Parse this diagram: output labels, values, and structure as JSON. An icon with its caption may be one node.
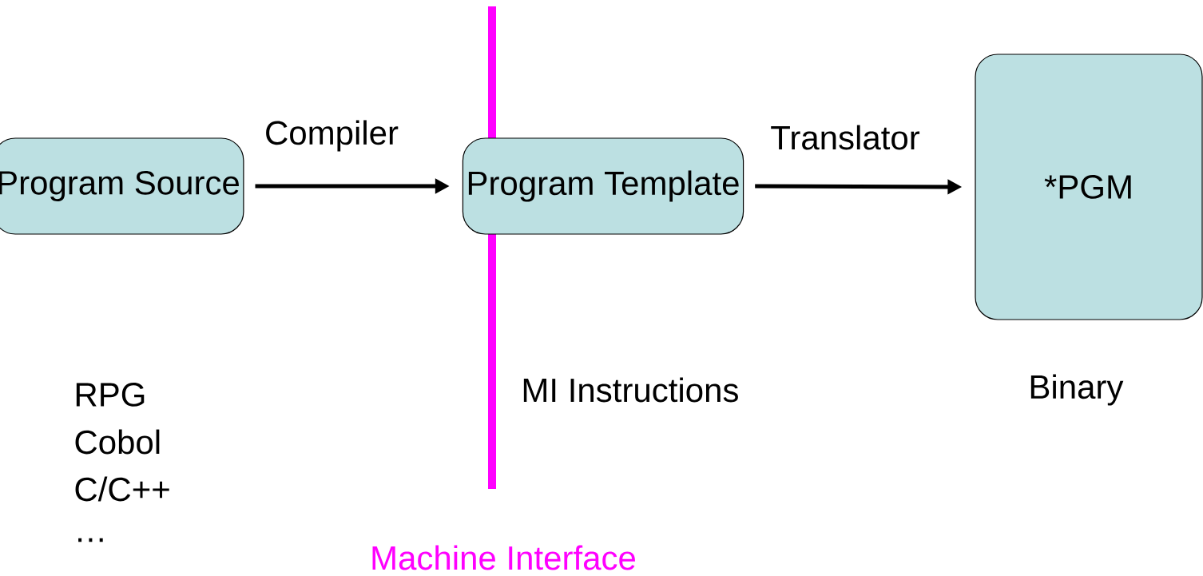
{
  "diagram": {
    "nodes": [
      {
        "text": [
          "Program Source"
        ]
      },
      {
        "text": [
          "Program Template"
        ]
      },
      {
        "text": [
          "*PGM"
        ]
      }
    ],
    "edges": [
      {
        "from": 0,
        "to": 1,
        "arrow": "to",
        "label": "Compiler"
      },
      {
        "from": 1,
        "to": 2,
        "arrow": "to",
        "label": "Translator"
      }
    ],
    "labels": [
      "RPG",
      "Cobol",
      "C/C++",
      "…",
      "MI Instructions",
      "Binary",
      "Machine Interface"
    ]
  }
}
